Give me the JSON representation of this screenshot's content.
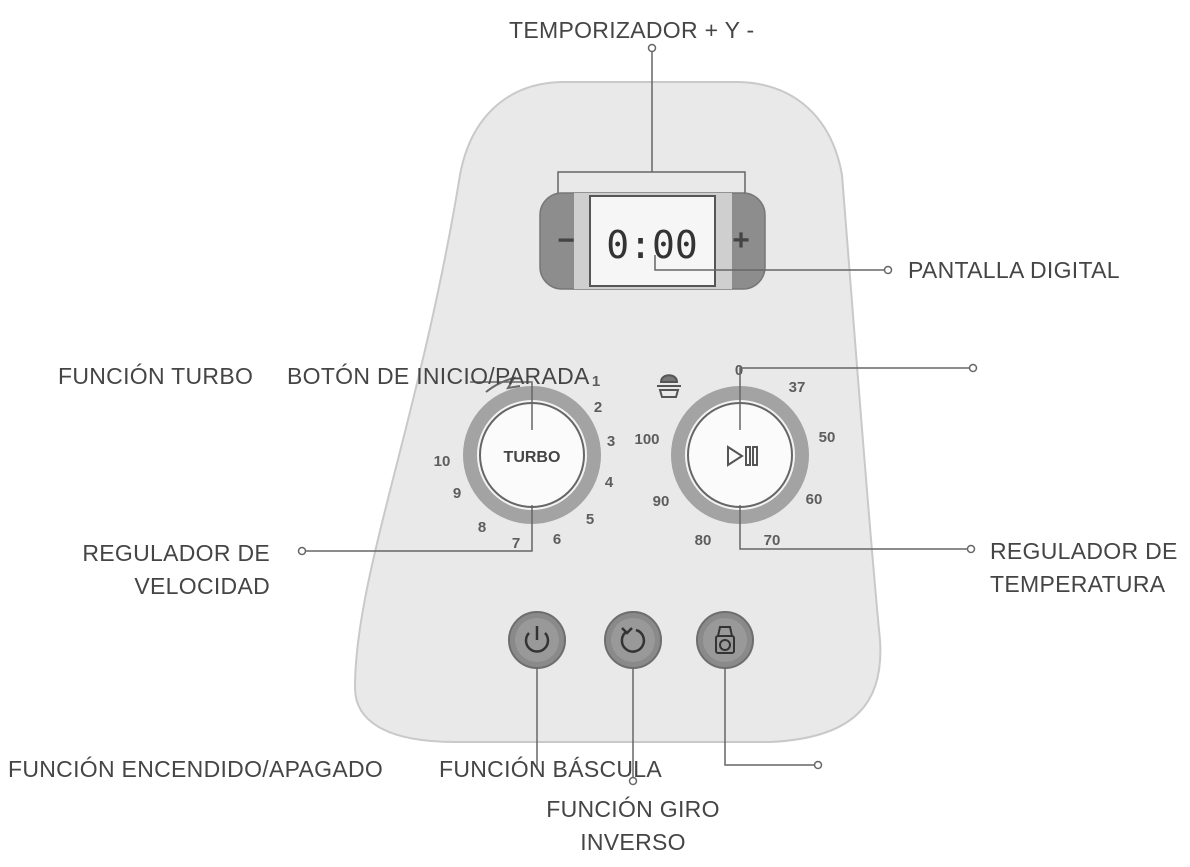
{
  "labels": {
    "timer": "TEMPORIZADOR + Y -",
    "digital_display": "PANTALLA DIGITAL",
    "turbo_function": "FUNCIÓN TURBO",
    "start_stop_button": "BOTÓN DE INICIO/PARADA",
    "speed_regulator": [
      "REGULADOR DE",
      "VELOCIDAD"
    ],
    "temperature_regulator": [
      "REGULADOR DE",
      "TEMPERATURA"
    ],
    "power_function": "FUNCIÓN ENCENDIDO/APAGADO",
    "scale_function": "FUNCIÓN BÁSCULA",
    "reverse_function": [
      "FUNCIÓN GIRO",
      "INVERSO"
    ]
  },
  "display": {
    "time": "0:00",
    "minus": "−",
    "plus": "+"
  },
  "speed_dial": {
    "center_label": "TURBO",
    "marks": [
      "1",
      "2",
      "3",
      "4",
      "5",
      "6",
      "7",
      "8",
      "9",
      "10"
    ]
  },
  "temp_dial": {
    "marks": [
      "0",
      "37",
      "50",
      "60",
      "70",
      "80",
      "90",
      "100"
    ]
  },
  "icons": [
    "minus-icon",
    "plus-icon",
    "turbo-icon",
    "thermometer-pot-icon",
    "play-pause-icon",
    "power-icon",
    "reverse-rotation-icon",
    "scale-icon"
  ],
  "colors": {
    "panel": "#e9e9e9",
    "panel_stroke": "#c9c9c9",
    "button_dark": "#8a8a8a",
    "ring": "#a3a3a3",
    "text": "#454545",
    "leader": "#666666"
  }
}
